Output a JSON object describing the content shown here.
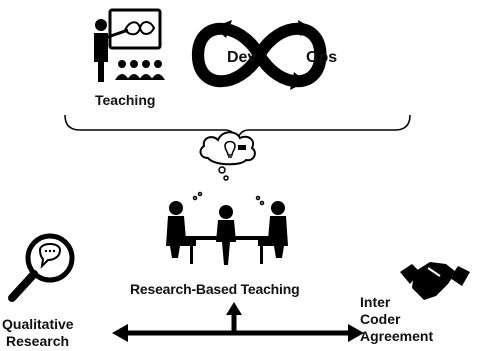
{
  "teaching": {
    "label": "Teaching"
  },
  "devops": {
    "dev": "Dev",
    "ops": "Ops"
  },
  "center": {
    "label": "Research-Based Teaching"
  },
  "left": {
    "line1": "Qualitative",
    "line2": "Research"
  },
  "right": {
    "line1": "Inter",
    "line2": "Coder",
    "line3": "Agreement"
  }
}
